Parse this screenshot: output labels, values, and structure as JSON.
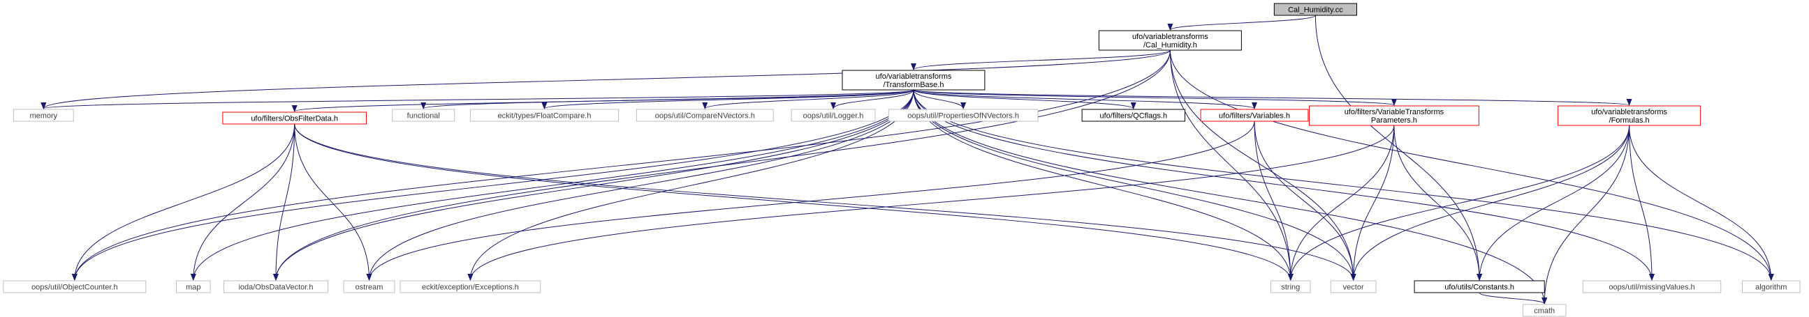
{
  "colors": {
    "edge": "#191970",
    "box_default": "#bfbfbf",
    "box_red": "#ff0000",
    "box_black": "#000000",
    "fill_root": "#bfbfbf",
    "fill_default": "#ffffff",
    "text_default": "#000000",
    "text_gray": "#404040"
  },
  "nodes": [
    {
      "id": "cal_humidity_cc",
      "lines": [
        "Cal_Humidity.cc"
      ],
      "style": "root"
    },
    {
      "id": "cal_humidity_h",
      "lines": [
        "ufo/variabletransforms",
        "/Cal_Humidity.h"
      ],
      "style": "black"
    },
    {
      "id": "transformbase_h",
      "lines": [
        "ufo/variabletransforms",
        "/TransformBase.h"
      ],
      "style": "black"
    },
    {
      "id": "memory",
      "lines": [
        "memory"
      ],
      "style": "gray"
    },
    {
      "id": "obsfilterdata_h",
      "lines": [
        "ufo/filters/ObsFilterData.h"
      ],
      "style": "red"
    },
    {
      "id": "functional",
      "lines": [
        "functional"
      ],
      "style": "gray"
    },
    {
      "id": "floatcompare_h",
      "lines": [
        "eckit/types/FloatCompare.h"
      ],
      "style": "gray"
    },
    {
      "id": "comparenvectors_h",
      "lines": [
        "oops/util/CompareNVectors.h"
      ],
      "style": "gray"
    },
    {
      "id": "logger_h",
      "lines": [
        "oops/util/Logger.h"
      ],
      "style": "gray"
    },
    {
      "id": "propertiesofnvectors_h",
      "lines": [
        "oops/util/PropertiesOfNVectors.h"
      ],
      "style": "gray"
    },
    {
      "id": "qcflags_h",
      "lines": [
        "ufo/filters/QCflags.h"
      ],
      "style": "black"
    },
    {
      "id": "variables_h",
      "lines": [
        "ufo/filters/Variables.h"
      ],
      "style": "red"
    },
    {
      "id": "vt_parameters_h",
      "lines": [
        "ufo/filters/VariableTransforms",
        "Parameters.h"
      ],
      "style": "red"
    },
    {
      "id": "formulas_h",
      "lines": [
        "ufo/variabletransforms",
        "/Formulas.h"
      ],
      "style": "red"
    },
    {
      "id": "objectcounter_h",
      "lines": [
        "oops/util/ObjectCounter.h"
      ],
      "style": "gray"
    },
    {
      "id": "map",
      "lines": [
        "map"
      ],
      "style": "gray"
    },
    {
      "id": "obsdatavector_h",
      "lines": [
        "ioda/ObsDataVector.h"
      ],
      "style": "gray"
    },
    {
      "id": "ostream",
      "lines": [
        "ostream"
      ],
      "style": "gray"
    },
    {
      "id": "exceptions_h",
      "lines": [
        "eckit/exception/Exceptions.h"
      ],
      "style": "gray"
    },
    {
      "id": "string",
      "lines": [
        "string"
      ],
      "style": "gray"
    },
    {
      "id": "vector",
      "lines": [
        "vector"
      ],
      "style": "gray"
    },
    {
      "id": "constants_h",
      "lines": [
        "ufo/utils/Constants.h"
      ],
      "style": "black"
    },
    {
      "id": "missingvalues_h",
      "lines": [
        "oops/util/missingValues.h"
      ],
      "style": "gray"
    },
    {
      "id": "algorithm",
      "lines": [
        "algorithm"
      ],
      "style": "gray"
    },
    {
      "id": "cmath",
      "lines": [
        "cmath"
      ],
      "style": "gray"
    }
  ],
  "edges": [
    [
      "cal_humidity_cc",
      "cal_humidity_h"
    ],
    [
      "cal_humidity_cc",
      "constants_h"
    ],
    [
      "cal_humidity_h",
      "transformbase_h"
    ],
    [
      "cal_humidity_h",
      "memory"
    ],
    [
      "cal_humidity_h",
      "objectcounter_h"
    ],
    [
      "cal_humidity_h",
      "obsdatavector_h"
    ],
    [
      "cal_humidity_h",
      "string"
    ],
    [
      "cal_humidity_h",
      "vector"
    ],
    [
      "cal_humidity_h",
      "algorithm"
    ],
    [
      "transformbase_h",
      "memory"
    ],
    [
      "transformbase_h",
      "obsfilterdata_h"
    ],
    [
      "transformbase_h",
      "functional"
    ],
    [
      "transformbase_h",
      "floatcompare_h"
    ],
    [
      "transformbase_h",
      "comparenvectors_h"
    ],
    [
      "transformbase_h",
      "logger_h"
    ],
    [
      "transformbase_h",
      "propertiesofnvectors_h"
    ],
    [
      "transformbase_h",
      "qcflags_h"
    ],
    [
      "transformbase_h",
      "variables_h"
    ],
    [
      "transformbase_h",
      "vt_parameters_h"
    ],
    [
      "transformbase_h",
      "formulas_h"
    ],
    [
      "transformbase_h",
      "objectcounter_h"
    ],
    [
      "transformbase_h",
      "map"
    ],
    [
      "transformbase_h",
      "obsdatavector_h"
    ],
    [
      "transformbase_h",
      "ostream"
    ],
    [
      "transformbase_h",
      "exceptions_h"
    ],
    [
      "transformbase_h",
      "string"
    ],
    [
      "transformbase_h",
      "vector"
    ],
    [
      "transformbase_h",
      "missingvalues_h"
    ],
    [
      "transformbase_h",
      "algorithm"
    ],
    [
      "transformbase_h",
      "cmath"
    ],
    [
      "obsfilterdata_h",
      "objectcounter_h"
    ],
    [
      "obsfilterdata_h",
      "map"
    ],
    [
      "obsfilterdata_h",
      "obsdatavector_h"
    ],
    [
      "obsfilterdata_h",
      "ostream"
    ],
    [
      "obsfilterdata_h",
      "string"
    ],
    [
      "obsfilterdata_h",
      "vector"
    ],
    [
      "variables_h",
      "ostream"
    ],
    [
      "variables_h",
      "string"
    ],
    [
      "variables_h",
      "vector"
    ],
    [
      "vt_parameters_h",
      "exceptions_h"
    ],
    [
      "vt_parameters_h",
      "string"
    ],
    [
      "vt_parameters_h",
      "vector"
    ],
    [
      "vt_parameters_h",
      "constants_h"
    ],
    [
      "formulas_h",
      "string"
    ],
    [
      "formulas_h",
      "vector"
    ],
    [
      "formulas_h",
      "constants_h"
    ],
    [
      "formulas_h",
      "missingvalues_h"
    ],
    [
      "formulas_h",
      "algorithm"
    ],
    [
      "formulas_h",
      "cmath"
    ],
    [
      "constants_h",
      "cmath"
    ]
  ]
}
